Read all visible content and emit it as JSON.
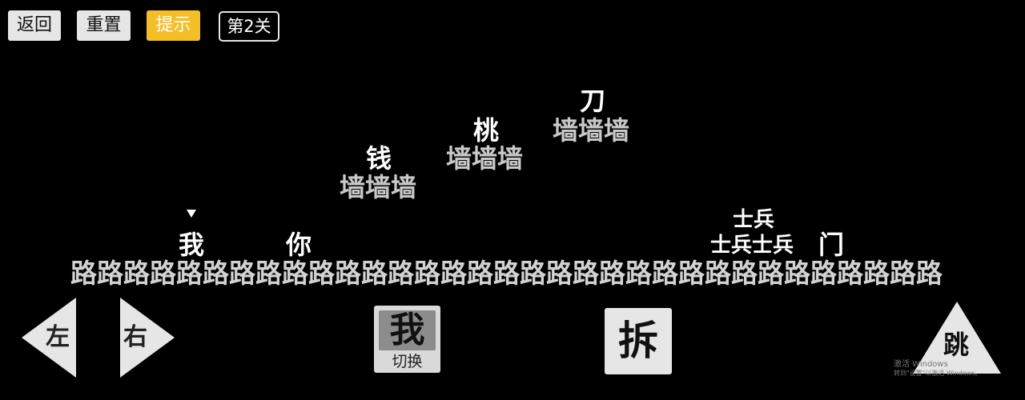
{
  "toolbar": {
    "back_label": "返回",
    "reset_label": "重置",
    "hint_label": "提示",
    "level_label": "第2关",
    "hint_color": "#f4bf26"
  },
  "scene": {
    "walls": [
      {
        "text": "墙墙墙"
      },
      {
        "text": "墙墙墙"
      },
      {
        "text": "墙墙墙"
      }
    ],
    "items": {
      "money": "钱",
      "peach": "桃",
      "knife": "刀"
    },
    "player": "我",
    "you": "你",
    "soldiers_top": "士兵",
    "soldiers_bottom": "士兵士兵",
    "door": "门",
    "road": "路路路路路路路路路路路路路路路路路路路路路路路路路路路路路路路路路",
    "marker_icon": "triangle-down-icon"
  },
  "controls": {
    "left_label": "左",
    "right_label": "右",
    "switch_char": "我",
    "switch_label": "切换",
    "demolish_label": "拆",
    "jump_label": "跳"
  },
  "watermark": {
    "line1": "激活 Windows",
    "line2": "转到\"设置\"以激活 Windows。"
  }
}
